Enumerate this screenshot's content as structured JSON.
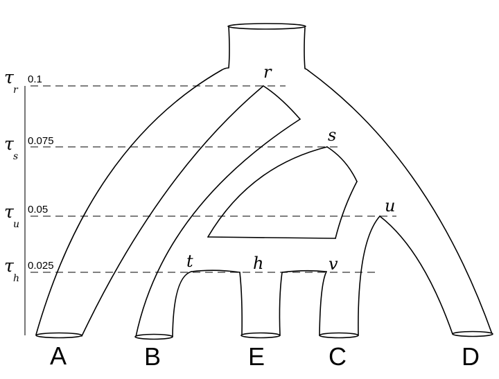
{
  "time_axis": {
    "levels": [
      {
        "symbol": "τ",
        "subscript": "r",
        "value": "0.1"
      },
      {
        "symbol": "τ",
        "subscript": "s",
        "value": "0.075"
      },
      {
        "symbol": "τ",
        "subscript": "u",
        "value": "0.05"
      },
      {
        "symbol": "τ",
        "subscript": "h",
        "value": "0.025"
      }
    ]
  },
  "nodes": {
    "r": "r",
    "s": "s",
    "u": "u",
    "t": "t",
    "h": "h",
    "v": "v"
  },
  "leaves": [
    "A",
    "B",
    "E",
    "C",
    "D"
  ]
}
